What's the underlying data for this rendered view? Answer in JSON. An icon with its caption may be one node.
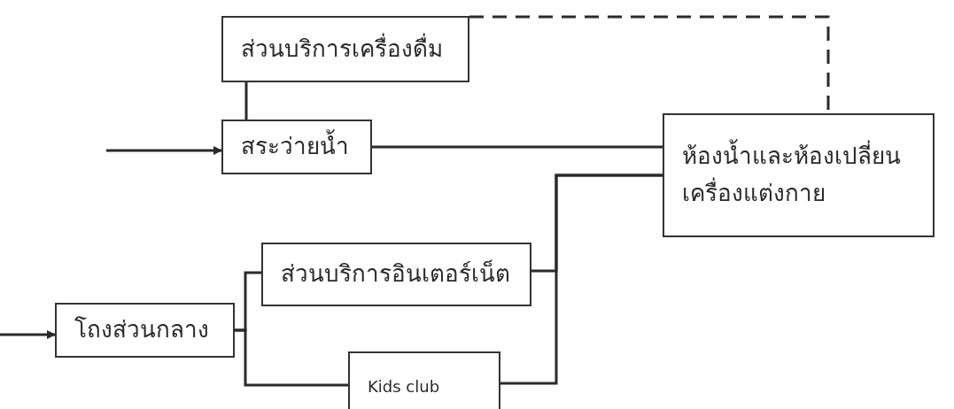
{
  "diagram": {
    "nodes": [
      {
        "text": [
          "ส่วนบริการเครื่องดื่ม"
        ]
      },
      {
        "text": [
          "สระว่ายน้ำ"
        ]
      },
      {
        "text": [
          "ห้องน้ำและห้องเปลี่ยนเครื่องแต่งกาย"
        ]
      },
      {
        "text": [
          "ส่วนบริการอินเตอร์เน็ต"
        ]
      },
      {
        "text": [
          "โถงส่วนกลาง"
        ]
      },
      {
        "text": [
          "Kids club"
        ]
      }
    ],
    "edges": [
      {
        "from": null,
        "to": 1,
        "arrow": "to"
      },
      {
        "from": null,
        "to": 4,
        "arrow": "to"
      },
      {
        "from": 0,
        "to": 1,
        "arrow": "none"
      },
      {
        "from": 1,
        "to": 2,
        "arrow": "none"
      },
      {
        "from": 0,
        "to": 2,
        "arrow": "none",
        "style": "dashed"
      },
      {
        "from": 4,
        "to": 3,
        "arrow": "none"
      },
      {
        "from": 4,
        "to": 5,
        "arrow": "none"
      },
      {
        "from": 3,
        "to": 2,
        "arrow": "none"
      },
      {
        "from": 5,
        "to": 2,
        "arrow": "none"
      }
    ]
  }
}
